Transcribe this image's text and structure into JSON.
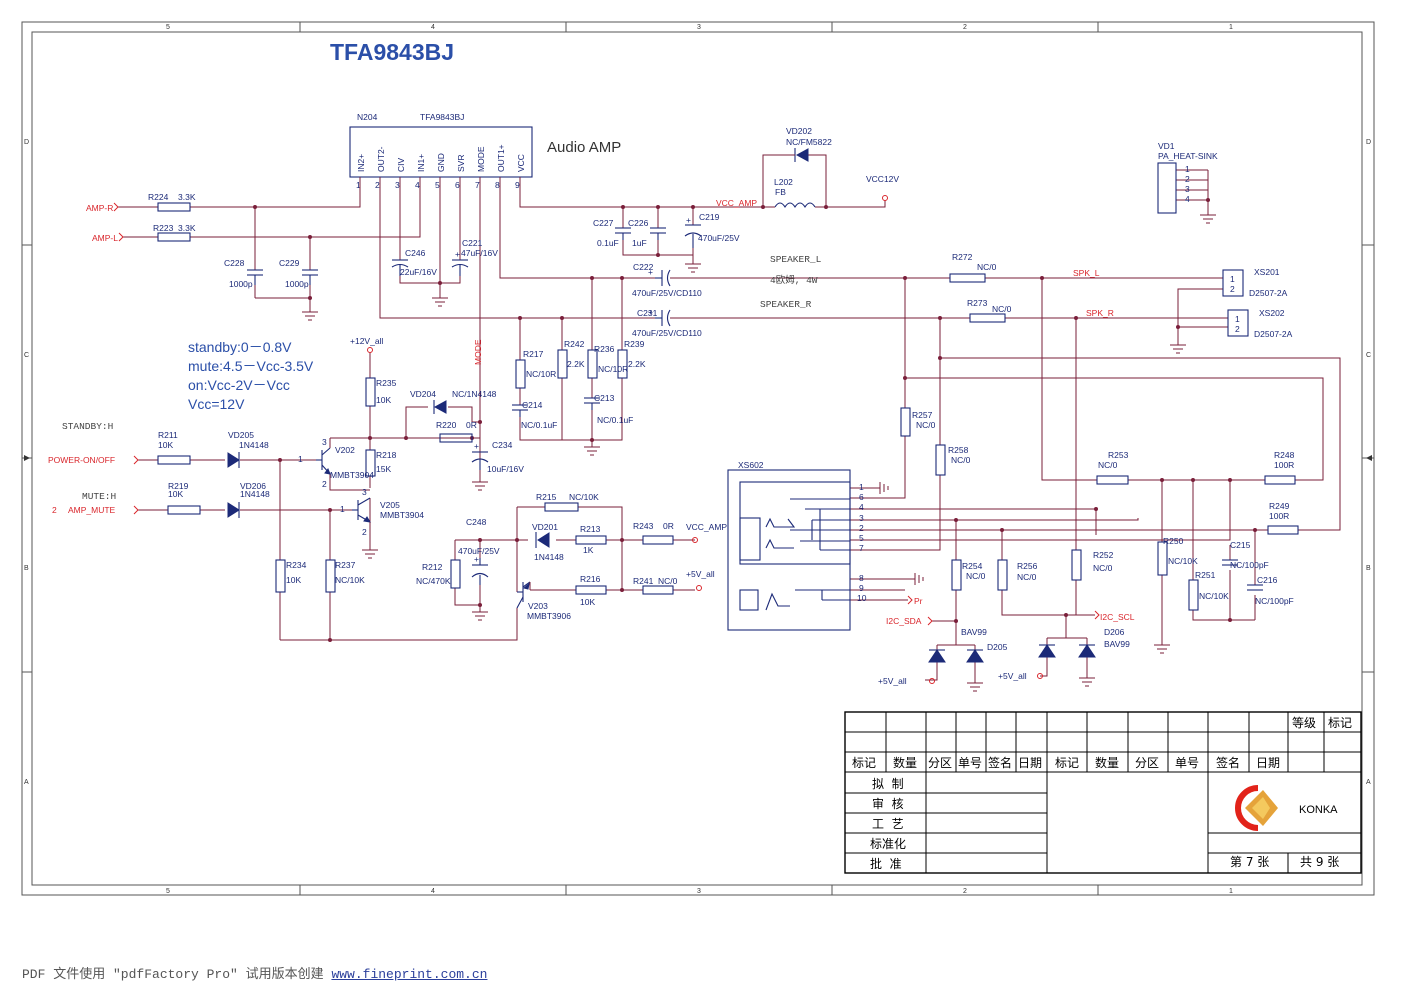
{
  "title": "TFA9843BJ",
  "subtitle": "Audio AMP",
  "zone_numbers": [
    "5",
    "4",
    "3",
    "2",
    "1"
  ],
  "zone_letters": [
    "D",
    "C",
    "B",
    "A"
  ],
  "ic": {
    "ref": "N204",
    "part": "TFA9843BJ",
    "pins": [
      {
        "num": "1",
        "name": "IN2+"
      },
      {
        "num": "2",
        "name": "OUT2-"
      },
      {
        "num": "3",
        "name": "CIV"
      },
      {
        "num": "4",
        "name": "IN1+"
      },
      {
        "num": "5",
        "name": "GND"
      },
      {
        "num": "6",
        "name": "SVR"
      },
      {
        "num": "7",
        "name": "MODE"
      },
      {
        "num": "8",
        "name": "OUT1+"
      },
      {
        "num": "9",
        "name": "VCC"
      }
    ]
  },
  "notes": [
    "standby:0－0.8V",
    "mute:4.5－Vcc-3.5V",
    "on:Vcc-2V－Vcc",
    "Vcc=12V"
  ],
  "signals": {
    "amp_r": "AMP-R",
    "amp_l": "AMP-L",
    "power": "POWER-ON/OFF",
    "amp_mute": "AMP_MUTE",
    "amp_mute_pin": "2",
    "standby": "STANDBY:H",
    "mute": "MUTE:H",
    "vcc_amp": "VCC_AMP",
    "vcc12": "VCC12V",
    "plus12": "+12V_all",
    "mode": "MODE",
    "speaker_l": "SPEAKER_L",
    "speaker_l_note": "4欧姆, 4W",
    "speaker_r": "SPEAKER_R",
    "spk_l": "SPK_L",
    "spk_r": "SPK_R",
    "vcc_amp2": "VCC_AMP",
    "plus5_a": "+5V_all",
    "plus5_b": "+5V_all",
    "plus5_c": "+5V_all",
    "i2c_sda": "I2C_SDA",
    "i2c_scl": "I2C_SCL",
    "pr": "Pr"
  },
  "components": {
    "r224": "R224",
    "r224v": "3.3K",
    "r223": "R223",
    "r223v": "3.3K",
    "c228": "C228",
    "c228v": "1000p",
    "c229": "C229",
    "c229v": "1000p",
    "c246": "C246",
    "c246v": "22uF/16V",
    "c221": "C221",
    "c221v": "47uF/16V",
    "c227": "C227",
    "c227v": "0.1uF",
    "c226": "C226",
    "c226v": "1uF",
    "c219": "C219",
    "c219v": "470uF/25V",
    "vd202": "VD202",
    "vd202v": "NC/FM5822",
    "l202": "L202",
    "l202v": "FB",
    "c222": "C222",
    "c222v": "470uF/25V/CD110",
    "c231": "C231",
    "c231v": "470uF/25V/CD110",
    "r272": "R272",
    "r272v": "NC/0",
    "r273": "R273",
    "r273v": "NC/0",
    "xs201": "XS201",
    "xs201v": "D2507-2A",
    "xs202": "XS202",
    "xs202v": "D2507-2A",
    "vd1": "VD1",
    "vd1v": "PA_HEAT-SINK",
    "r217": "R217",
    "r217v": "NC/10R",
    "r242": "R242",
    "r242v": "2.2K",
    "r236": "R236",
    "r236v": "NC/10R",
    "r239": "R239",
    "r239v": "2.2K",
    "c214": "C214",
    "c214v": "NC/0.1uF",
    "c213": "C213",
    "c213v": "NC/0.1uF",
    "r235": "R235",
    "r235v": "10K",
    "vd204": "VD204",
    "vd204v": "NC/1N4148",
    "r220": "R220",
    "r220v": "0R",
    "c234": "C234",
    "c234v": "10uF/16V",
    "r218": "R218",
    "r218v": "15K",
    "r211": "R211",
    "r211v": "10K",
    "vd205": "VD205",
    "vd205v": "1N4148",
    "v202": "V202",
    "v202v": "MMBT3904",
    "r219": "R219",
    "r219v": "10K",
    "vd206": "VD206",
    "vd206v": "1N4148",
    "v205": "V205",
    "v205v": "MMBT3904",
    "r234": "R234",
    "r234v": "10K",
    "r237": "R237",
    "r237v": "NC/10K",
    "r215": "R215",
    "r215v": "NC/10K",
    "vd201": "VD201",
    "vd201v": "1N4148",
    "r213": "R213",
    "r213v": "1K",
    "c248": "C248",
    "c248v": "470uF/25V",
    "r212": "R212",
    "r212v": "NC/470K",
    "r216": "R216",
    "r216v": "10K",
    "v203": "V203",
    "v203v": "MMBT3906",
    "r243": "R243",
    "r243v": "0R",
    "r241": "R241",
    "r241v": "NC/0",
    "xs602": "XS602",
    "r257": "R257",
    "r257v": "NC/0",
    "r258": "R258",
    "r258v": "NC/0",
    "r253": "R253",
    "r253v": "NC/0",
    "r248": "R248",
    "r248v": "100R",
    "r249": "R249",
    "r249v": "100R",
    "r254": "R254",
    "r254v": "NC/0",
    "r256": "R256",
    "r256v": "NC/0",
    "r252": "R252",
    "r252v": "NC/0",
    "r250": "R250",
    "r250v": "NC/10K",
    "r251": "R251",
    "r251v": "NC/10K",
    "c215": "C215",
    "c215v": "NC/100pF",
    "c216": "C216",
    "c216v": "NC/100pF",
    "d205": "D205",
    "d205v": "BAV99",
    "d206": "D206",
    "d206v": "BAV99"
  },
  "jack_pins": [
    "1",
    "6",
    "4",
    "3",
    "2",
    "5",
    "7",
    "8",
    "9",
    "10"
  ],
  "header_pins": [
    "1",
    "2",
    "3",
    "4"
  ],
  "conn_pins": [
    "1",
    "2"
  ],
  "title_block": {
    "hdr1": "等级",
    "hdr2": "标记",
    "cols": [
      "标记",
      "数量",
      "分区",
      "单号",
      "签名",
      "日期",
      "标记",
      "数量",
      "分区",
      "单号",
      "签名",
      "日期"
    ],
    "rows": [
      "拟  制",
      "审  核",
      "工  艺",
      "标准化",
      "批  准"
    ],
    "brand": "KONKA",
    "sheet": "第 7 张",
    "total": "共 9 张"
  },
  "footer": {
    "prefix": "PDF 文件使用 \"pdfFactory Pro\" 试用版本创建 ",
    "link": "www.fineprint.com.cn"
  }
}
